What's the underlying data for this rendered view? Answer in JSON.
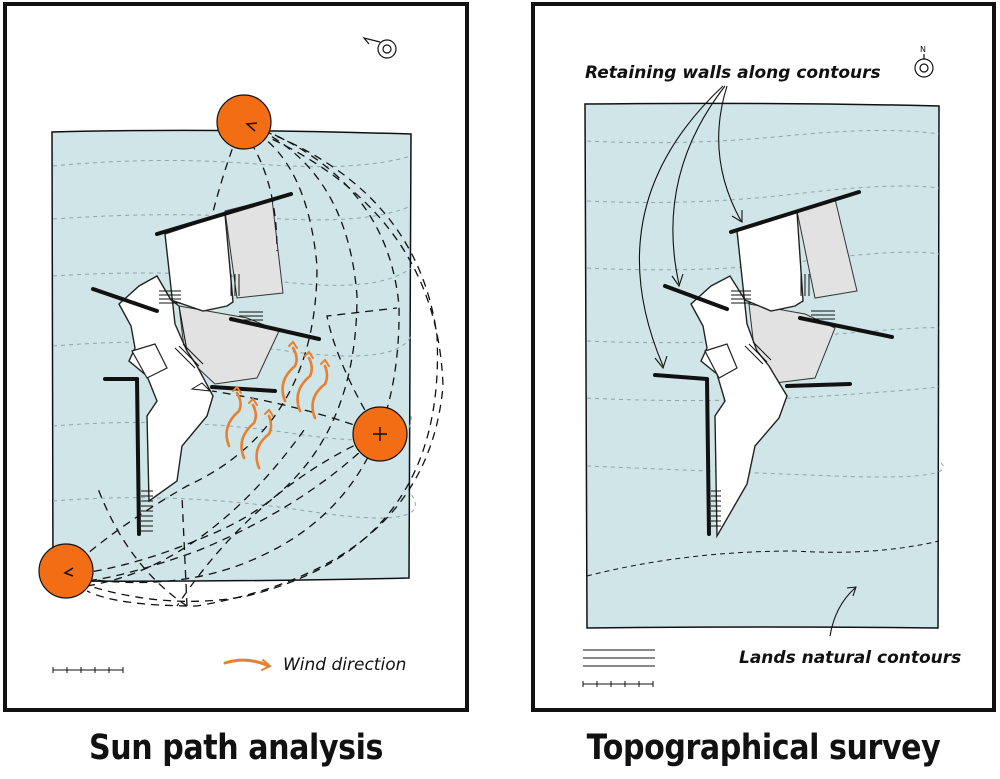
{
  "left_panel": {
    "caption": "Sun path analysis",
    "legend_wind_label": "Wind direction"
  },
  "right_panel": {
    "caption": "Topographical survey",
    "annotation_walls": "Retaining walls along contours",
    "annotation_contours": "Lands natural contours",
    "north_label": "N"
  },
  "colors": {
    "site": "#cfe5e8",
    "sun": "#f26d14",
    "wind": "#e8812f",
    "roof": "#e2e2e2"
  },
  "icons": [
    "north-arrow-icon",
    "sun-icon",
    "wind-arrow-icon",
    "scale-bar-icon"
  ]
}
